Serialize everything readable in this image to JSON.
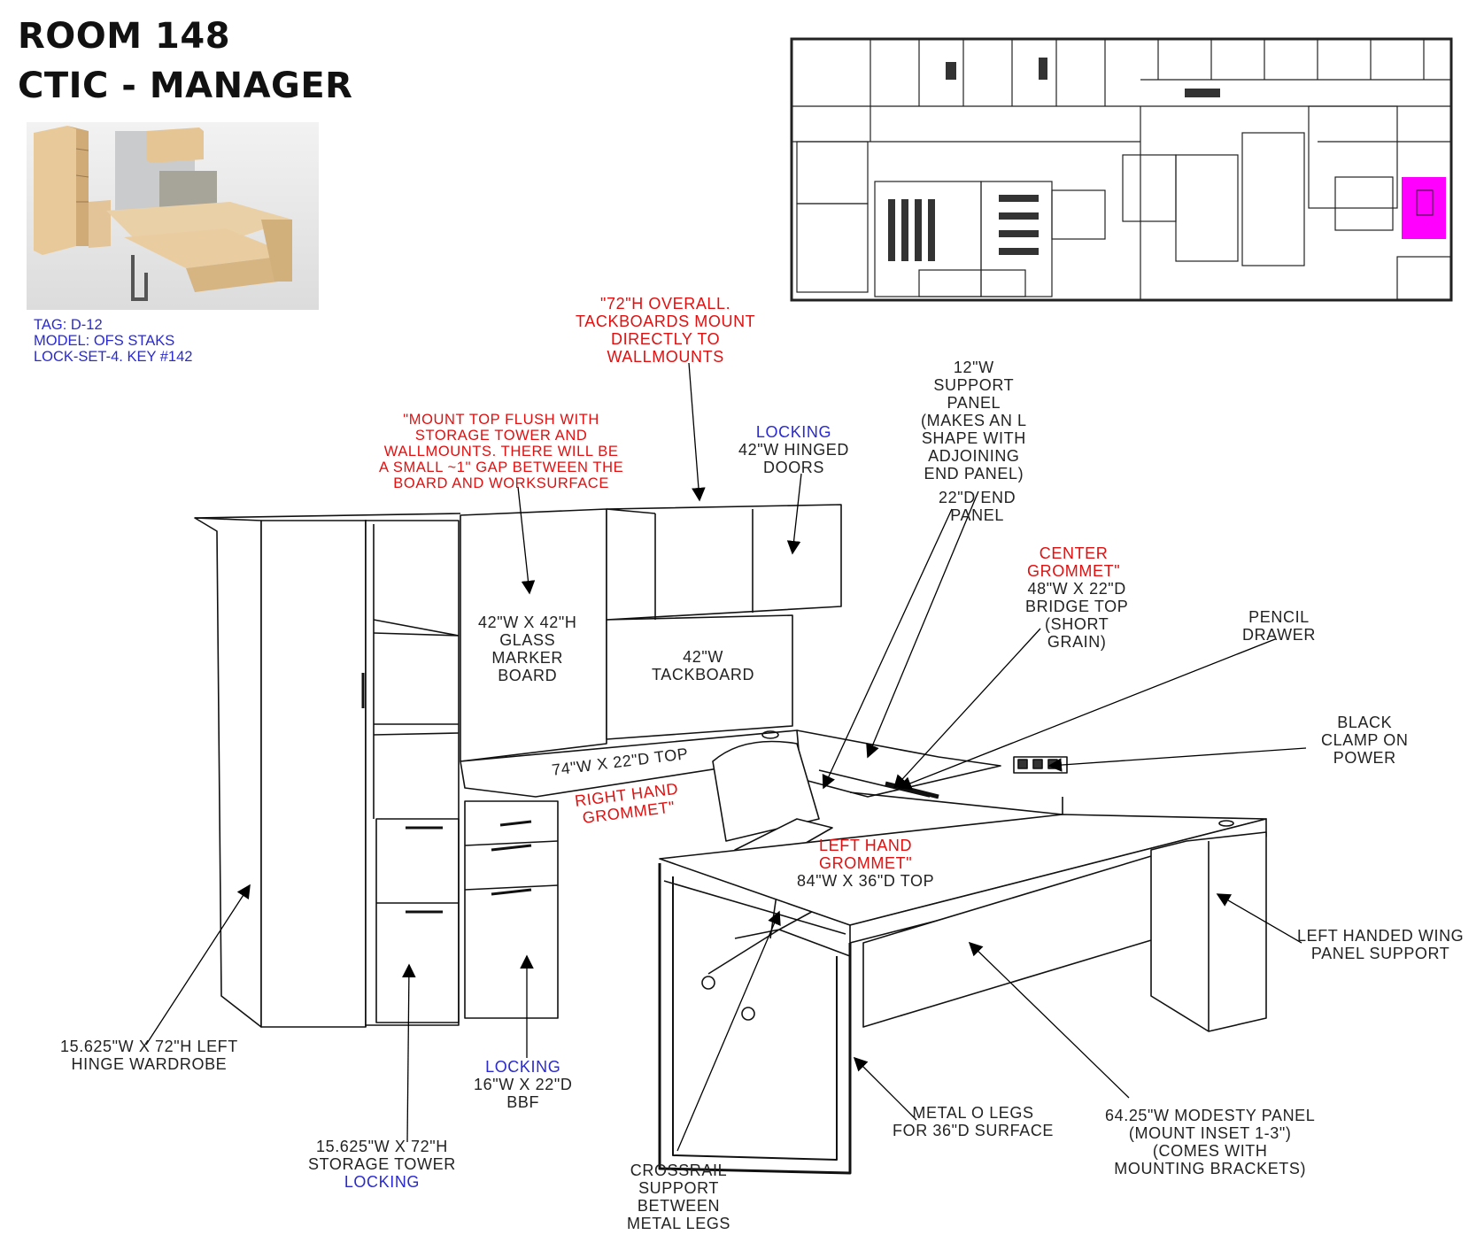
{
  "header": {
    "room": "ROOM 148",
    "name": "CTIC - MANAGER"
  },
  "tag_block": {
    "tag": "TAG: D-12",
    "model": "MODEL: OFS STAKS",
    "lock": "LOCK-SET-4. KEY #142"
  },
  "notes": {
    "overall": [
      "\"72\"H OVERALL.",
      "TACKBOARDS MOUNT",
      "DIRECTLY TO",
      "WALLMOUNTS"
    ],
    "mount_top": [
      "\"MOUNT TOP FLUSH WITH",
      "STORAGE TOWER AND",
      "WALLMOUNTS. THERE WILL BE",
      "A SMALL ~1\" GAP BETWEEN THE",
      "BOARD AND WORKSURFACE"
    ],
    "locking_doors_flag": "LOCKING",
    "hinged_doors": [
      "42\"W HINGED",
      "DOORS"
    ],
    "support_panel": [
      "12\"W",
      "SUPPORT",
      "PANEL",
      "(MAKES AN L",
      "SHAPE WITH",
      "ADJOINING",
      "END PANEL)"
    ],
    "end_panel": [
      "22\"D END",
      "PANEL"
    ],
    "center_grommet": [
      "CENTER",
      "GROMMET\""
    ],
    "bridge_top": [
      "48\"W X 22\"D",
      "BRIDGE TOP",
      "(SHORT",
      "GRAIN)"
    ],
    "pencil_drawer": [
      "PENCIL",
      "DRAWER"
    ],
    "black_clamp": [
      "BLACK",
      "CLAMP ON",
      "POWER"
    ],
    "marker_board": [
      "42\"W X 42\"H",
      "GLASS",
      "MARKER",
      "BOARD"
    ],
    "tackboard": [
      "42\"W",
      "TACKBOARD"
    ],
    "top_74": "74\"W X 22\"D TOP",
    "right_grommet": [
      "RIGHT HAND",
      "GROMMET\""
    ],
    "left_grommet": [
      "LEFT HAND",
      "GROMMET\""
    ],
    "top_84": "84\"W X 36\"D TOP",
    "left_wing": [
      "LEFT HANDED WING",
      "PANEL SUPPORT"
    ],
    "wardrobe": [
      "15.625\"W X 72\"H LEFT",
      "HINGE WARDROBE"
    ],
    "bbf_flag": "LOCKING",
    "bbf": [
      "16\"W X 22\"D",
      "BBF"
    ],
    "storage_tower": [
      "15.625\"W X 72\"H",
      "STORAGE TOWER"
    ],
    "storage_tower_flag": "LOCKING",
    "metal_legs": [
      "METAL O LEGS",
      "FOR 36\"D SURFACE"
    ],
    "modesty_panel": [
      "64.25\"W MODESTY PANEL",
      "(MOUNT INSET 1-3\")",
      "(COMES WITH",
      "MOUNTING BRACKETS)"
    ],
    "crossrail": [
      "CROSSRAIL",
      "SUPPORT",
      "BETWEEN",
      "METAL LEGS"
    ]
  },
  "colors": {
    "red_note": "#e01010",
    "blue_note": "#2a2ad0",
    "highlight_room": "#ff00ff",
    "wood": "#e2c498"
  }
}
